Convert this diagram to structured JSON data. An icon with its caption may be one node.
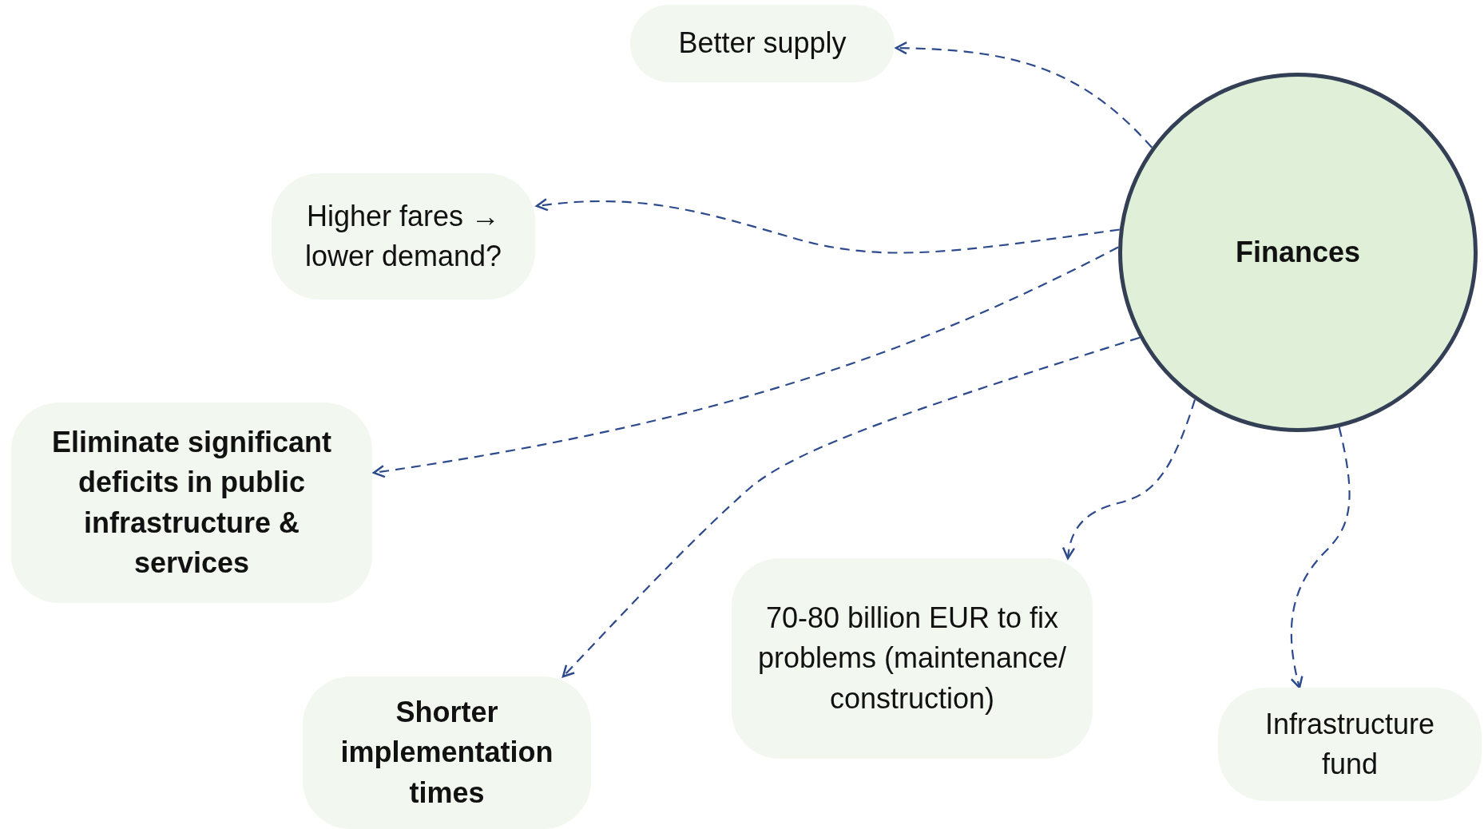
{
  "diagram": {
    "nodes": [
      {
        "text": [
          "Better supply"
        ]
      },
      {
        "text": [
          "Finances"
        ]
      },
      {
        "text": [
          "Higher fares → lower demand?"
        ]
      },
      {
        "text": [
          "Eliminate significant deficits in public infrastructure & services"
        ]
      },
      {
        "text": [
          "Shorter implementation times"
        ]
      },
      {
        "text": [
          "70-80 billion EUR to fix problems (maintenance/ construction)"
        ]
      },
      {
        "text": [
          "Infrastructure fund"
        ]
      }
    ],
    "edges": [
      {
        "from": 1,
        "to": 0,
        "arrow": "to",
        "style": "dashed"
      },
      {
        "from": 1,
        "to": 2,
        "arrow": "to",
        "style": "dashed"
      },
      {
        "from": 1,
        "to": 3,
        "arrow": "to",
        "style": "dashed"
      },
      {
        "from": 1,
        "to": 4,
        "arrow": "to",
        "style": "dashed"
      },
      {
        "from": 1,
        "to": 5,
        "arrow": "to",
        "style": "dashed"
      },
      {
        "from": 1,
        "to": 6,
        "arrow": "to",
        "style": "dashed"
      }
    ]
  }
}
